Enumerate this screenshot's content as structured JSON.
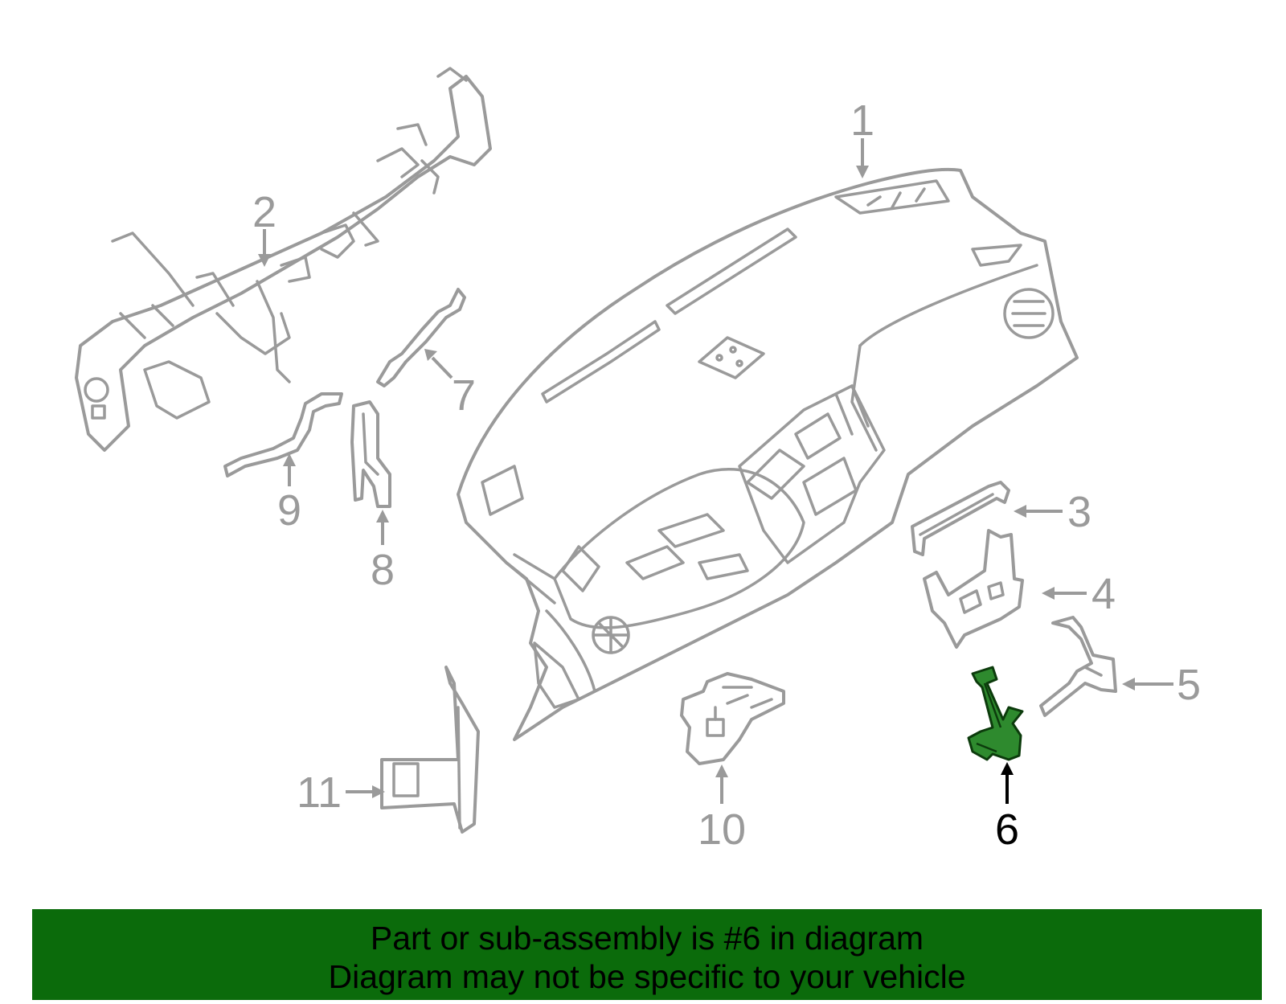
{
  "callouts": [
    {
      "id": "1",
      "label": "1",
      "highlighted": false
    },
    {
      "id": "2",
      "label": "2",
      "highlighted": false
    },
    {
      "id": "3",
      "label": "3",
      "highlighted": false
    },
    {
      "id": "4",
      "label": "4",
      "highlighted": false
    },
    {
      "id": "5",
      "label": "5",
      "highlighted": false
    },
    {
      "id": "6",
      "label": "6",
      "highlighted": true
    },
    {
      "id": "7",
      "label": "7",
      "highlighted": false
    },
    {
      "id": "8",
      "label": "8",
      "highlighted": false
    },
    {
      "id": "9",
      "label": "9",
      "highlighted": false
    },
    {
      "id": "10",
      "label": "10",
      "highlighted": false
    },
    {
      "id": "11",
      "label": "11",
      "highlighted": false
    }
  ],
  "banner": {
    "line1": "Part or sub-assembly is #6 in diagram",
    "line2": "Diagram may not be specific to your vehicle"
  },
  "colors": {
    "banner_background": "#0b6b0b",
    "highlight_part": "#2e8a2e",
    "line_art": "#9a9a9a"
  }
}
